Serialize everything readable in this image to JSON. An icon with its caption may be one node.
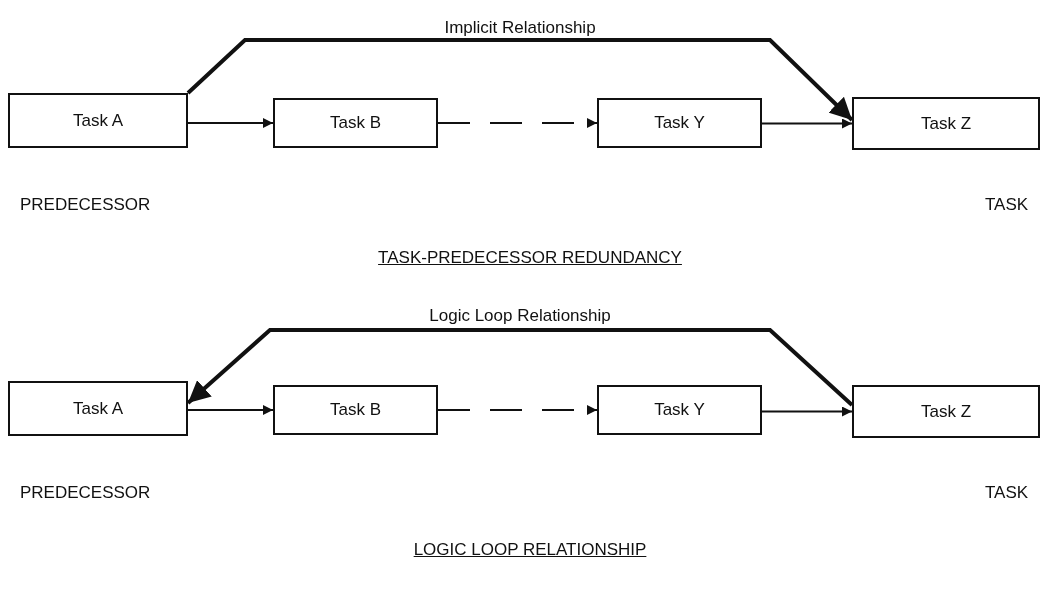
{
  "diagram": {
    "nodes": [
      {
        "text": [
          "Task A"
        ]
      },
      {
        "text": [
          "Task B"
        ]
      },
      {
        "text": [
          "Task Y"
        ]
      },
      {
        "text": [
          "Task Z"
        ]
      },
      {
        "text": [
          "Task A"
        ]
      },
      {
        "text": [
          "Task B"
        ]
      },
      {
        "text": [
          "Task Y"
        ]
      },
      {
        "text": [
          "Task Z"
        ]
      }
    ],
    "edges": [
      {
        "from": 0,
        "to": 1,
        "arrow": "to"
      },
      {
        "from": 1,
        "to": 2,
        "arrow": "to",
        "style": "dashed"
      },
      {
        "from": 2,
        "to": 3,
        "arrow": "to"
      },
      {
        "from": 0,
        "to": 3,
        "arrow": "to",
        "style": "thick",
        "label": "Implicit Relationship"
      },
      {
        "from": 4,
        "to": 5,
        "arrow": "to"
      },
      {
        "from": 5,
        "to": 6,
        "arrow": "to",
        "style": "dashed"
      },
      {
        "from": 6,
        "to": 7,
        "arrow": "to"
      },
      {
        "from": 7,
        "to": 4,
        "arrow": "to",
        "style": "thick",
        "label": "Logic Loop Relationship"
      }
    ],
    "labels": [
      "PREDECESSOR",
      "TASK",
      "TASK-PREDECESSOR REDUNDANCY",
      "PREDECESSOR",
      "TASK",
      "LOGIC LOOP RELATIONSHIP"
    ]
  }
}
